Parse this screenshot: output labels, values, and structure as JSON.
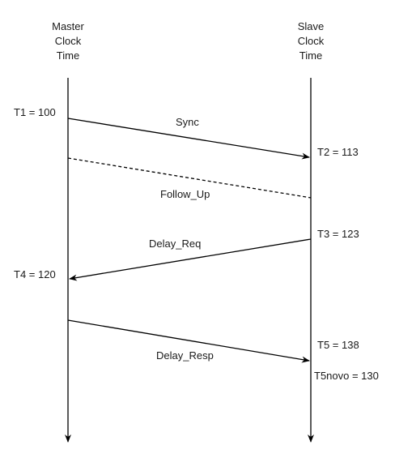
{
  "master_header": [
    "Master",
    "Clock",
    "Time"
  ],
  "slave_header": [
    "Slave",
    "Clock",
    "Time"
  ],
  "timestamps": {
    "t1": "T1 = 100",
    "t2": "T2 = 113",
    "t3": "T3 = 123",
    "t4": "T4 = 120",
    "t5": "T5 = 138",
    "t5novo": "T5novo = 130"
  },
  "messages": {
    "sync": "Sync",
    "follow_up": "Follow_Up",
    "delay_req": "Delay_Req",
    "delay_resp": "Delay_Resp"
  }
}
